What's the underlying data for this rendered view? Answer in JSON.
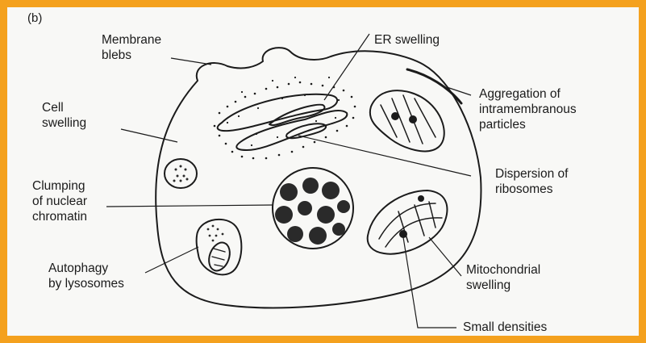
{
  "figure": {
    "letter": "(b)",
    "border_color": "#F4A11E",
    "ink_color": "#1b1b1b"
  },
  "labels": {
    "membrane_blebs": [
      "Membrane",
      "blebs"
    ],
    "er_swelling": "ER swelling",
    "aggregation": [
      "Aggregation of",
      "intramembranous",
      "particles"
    ],
    "cell_swelling": [
      "Cell",
      "swelling"
    ],
    "clumping": [
      "Clumping",
      "of nuclear",
      "chromatin"
    ],
    "dispersion": [
      "Dispersion of",
      "ribosomes"
    ],
    "autophagy": [
      "Autophagy",
      "by lysosomes"
    ],
    "mitochondrial": [
      "Mitochondrial",
      "swelling"
    ],
    "small_densities": "Small densities"
  }
}
